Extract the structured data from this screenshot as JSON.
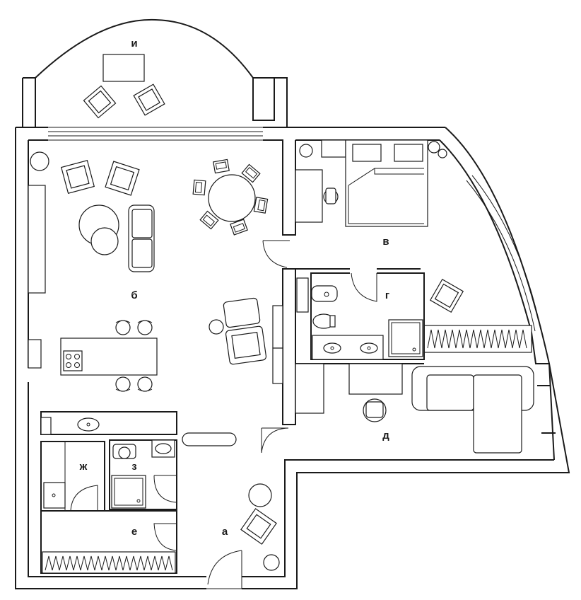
{
  "rooms": [
    {
      "id": "a",
      "label": "а"
    },
    {
      "id": "b",
      "label": "б"
    },
    {
      "id": "v",
      "label": "в"
    },
    {
      "id": "g",
      "label": "г"
    },
    {
      "id": "d",
      "label": "д"
    },
    {
      "id": "e",
      "label": "е"
    },
    {
      "id": "zh",
      "label": "ж"
    },
    {
      "id": "z",
      "label": "з"
    },
    {
      "id": "i",
      "label": "и"
    }
  ]
}
